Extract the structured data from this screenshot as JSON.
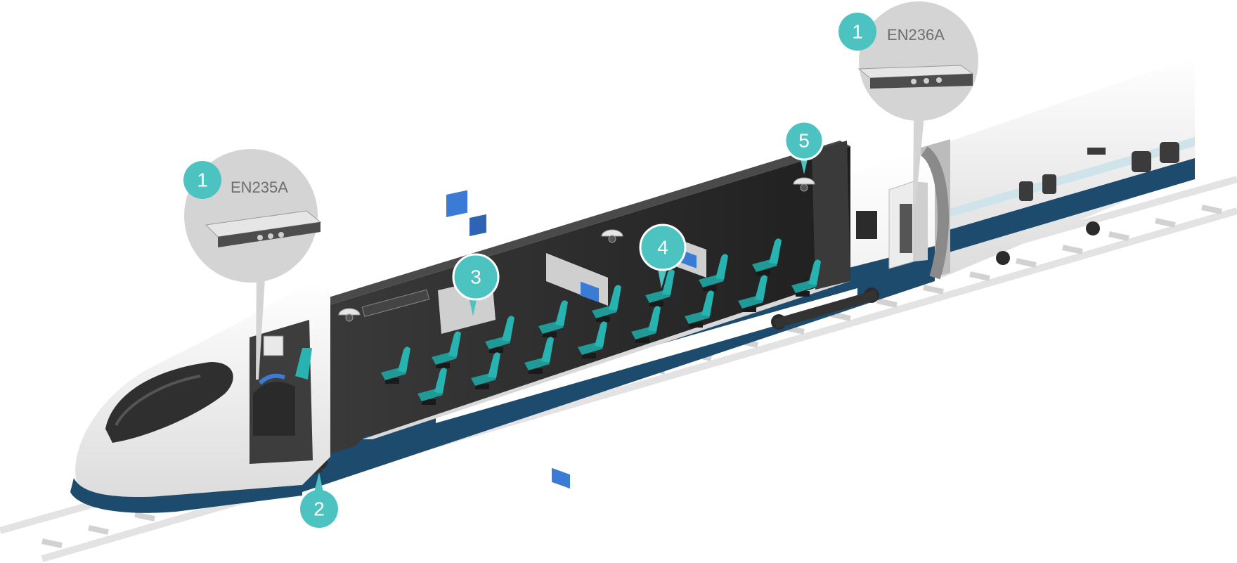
{
  "devices": [
    {
      "badge": "1",
      "model": "EN235A"
    },
    {
      "badge": "1",
      "model": "EN236A"
    }
  ],
  "callouts": [
    {
      "badge": "2"
    },
    {
      "badge": "3"
    },
    {
      "badge": "4"
    },
    {
      "badge": "5"
    }
  ],
  "colors": {
    "accent": "#4cc3c1",
    "navy": "#1c4b6e",
    "seat": "#27b3b0",
    "interior": "#2b2b2b",
    "lens": "#d3d3d3"
  }
}
